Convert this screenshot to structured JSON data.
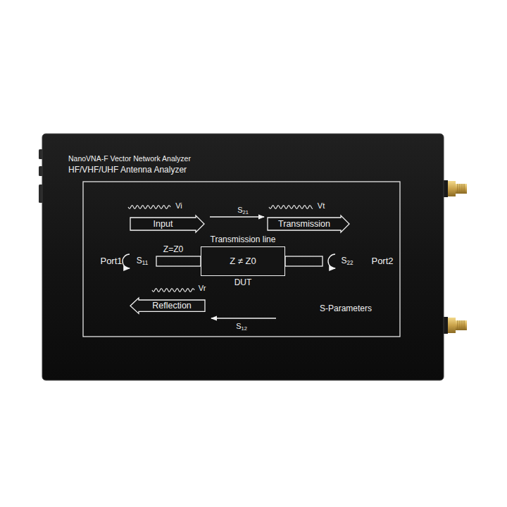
{
  "diagram": {
    "nodes": [
      {
        "text": [
          "Input"
        ]
      },
      {
        "text": [
          "Transmission"
        ]
      },
      {
        "text": [
          "Z ≠ Z0",
          "DUT"
        ]
      },
      {
        "text": [
          "Reflection"
        ]
      }
    ],
    "labels": [
      "NanoVNA-F Vector Network Analyzer",
      "HF/VHF/UHF Antenna Analyzer",
      "S21",
      "Vi",
      "Vt",
      "Transmission line",
      "Port1",
      "S11",
      "Z=Z0",
      "S22",
      "Port2",
      "Vr",
      "S-Parameters",
      "S12"
    ]
  }
}
